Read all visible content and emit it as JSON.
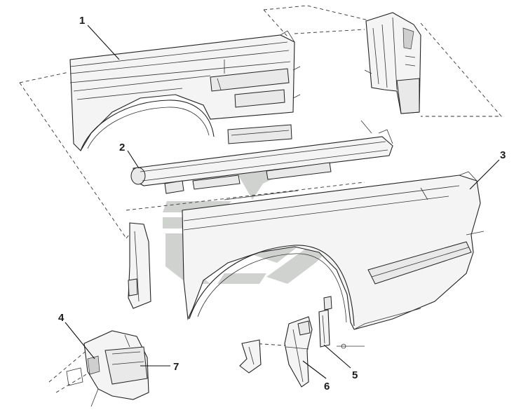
{
  "diagram": {
    "callouts": [
      {
        "id": "1",
        "label": "1"
      },
      {
        "id": "2",
        "label": "2"
      },
      {
        "id": "3",
        "label": "3"
      },
      {
        "id": "4",
        "label": "4"
      },
      {
        "id": "5",
        "label": "5"
      },
      {
        "id": "6",
        "label": "6"
      },
      {
        "id": "7",
        "label": "7"
      }
    ]
  },
  "colors": {
    "line": "#222222",
    "watermark": "#a9ada9",
    "background": "#ffffff"
  }
}
